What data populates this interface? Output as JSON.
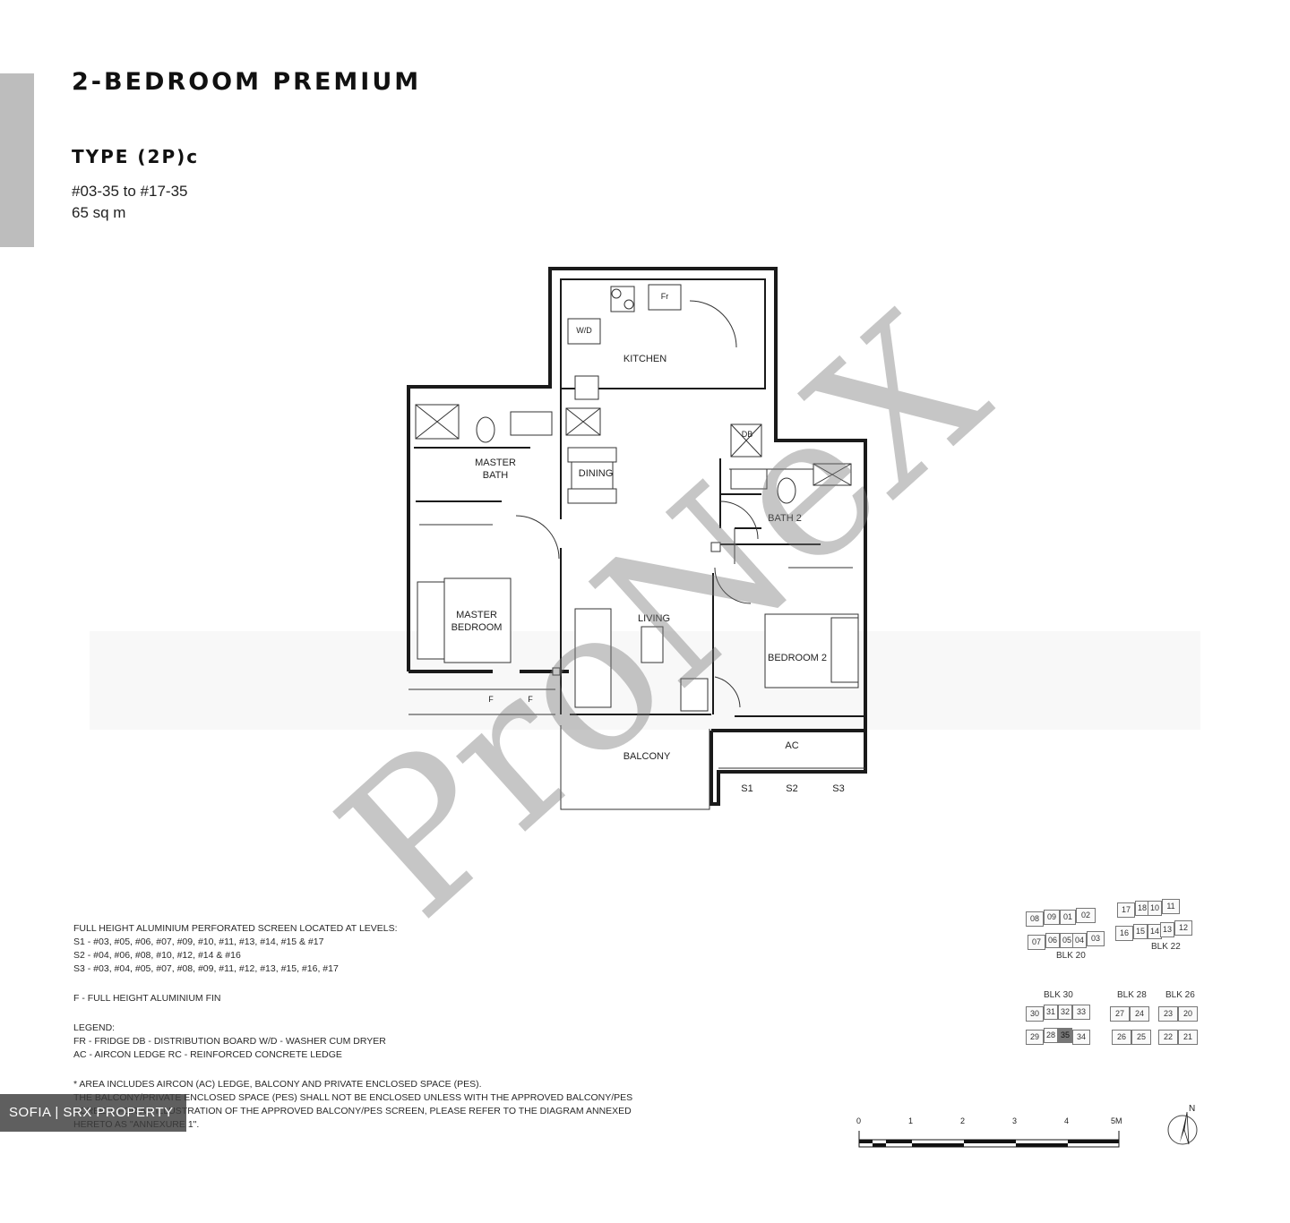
{
  "header": {
    "title": "2-BEDROOM PREMIUM",
    "type_label": "TYPE (2P)c",
    "unit_range": "#03-35 to #17-35",
    "area": "65 sq m"
  },
  "floorplan": {
    "rooms": {
      "kitchen": "KITCHEN",
      "master_bath_line1": "MASTER",
      "master_bath_line2": "BATH",
      "dining": "DINING",
      "bath2": "BATH 2",
      "master_bedroom_line1": "MASTER",
      "master_bedroom_line2": "BEDROOM",
      "living": "LIVING",
      "bedroom2": "BEDROOM 2",
      "balcony": "BALCONY",
      "ac": "AC"
    },
    "fixtures": {
      "fridge": "Fr",
      "washer": "W/D",
      "db": "DB",
      "f_left": "F",
      "f_right": "F"
    },
    "screens": [
      "S1",
      "S2",
      "S3"
    ]
  },
  "watermark": "ProNeX",
  "notes": {
    "screen_heading": "FULL HEIGHT ALUMINIUM PERFORATED SCREEN LOCATED AT LEVELS:",
    "s1": "S1 - #03, #05, #06, #07, #09, #10, #11, #13, #14, #15 & #17",
    "s2": "S2 - #04, #06, #08, #10, #12, #14 & #16",
    "s3": "S3 - #03, #04, #05, #07, #08, #09, #11, #12, #13, #15, #16, #17",
    "fin": "F - FULL HEIGHT ALUMINIUM FIN",
    "legend_heading": "LEGEND:",
    "legend_line1": "Fr - FRIDGE   DB - DISTRIBUTION BOARD   W/D - WASHER CUM DRYER",
    "legend_line2": "AC - AIRCON LEDGE   RC - REINFORCED CONCRETE LEDGE",
    "area_note1": "* AREA INCLUDES AIRCON (AC) LEDGE, BALCONY AND PRIVATE ENCLOSED SPACE (PES).",
    "area_note2": "THE BALCONY/PRIVATE ENCLOSED SPACE (PES) SHALL NOT BE ENCLOSED UNLESS WITH THE APPROVED BALCONY/PES",
    "area_note3": "SCREEN. FOR AN ILLUSTRATION OF THE APPROVED BALCONY/PES SCREEN, PLEASE REFER TO THE DIAGRAM ANNEXED",
    "area_note4": "HERETO AS \"ANNEXURE 1\"."
  },
  "key_plan": {
    "blk20": {
      "label": "BLK 20",
      "top": [
        "08",
        "09",
        "01",
        "02"
      ],
      "bottom": [
        "07",
        "06",
        "05",
        "04",
        "03"
      ]
    },
    "blk22": {
      "label": "BLK 22",
      "top": [
        "17",
        "18",
        "10",
        "11"
      ],
      "bottom": [
        "16",
        "15",
        "14",
        "13",
        "12"
      ]
    },
    "blk30": {
      "label": "BLK 30",
      "top": [
        "30",
        "31",
        "32",
        "33"
      ],
      "bottom": [
        "29",
        "28",
        "35",
        "34"
      ],
      "highlight": "35"
    },
    "blk28": {
      "label": "BLK 28",
      "top": [
        "27",
        "24"
      ],
      "bottom": [
        "26",
        "25"
      ]
    },
    "blk26": {
      "label": "BLK 26",
      "top": [
        "23",
        "20"
      ],
      "bottom": [
        "22",
        "21"
      ]
    }
  },
  "badge": "SOFIA | SRX PROPERTY",
  "scale_bar": {
    "ticks": [
      "0",
      "1",
      "2",
      "3",
      "4",
      "5M"
    ]
  },
  "compass": {
    "label": "N"
  }
}
